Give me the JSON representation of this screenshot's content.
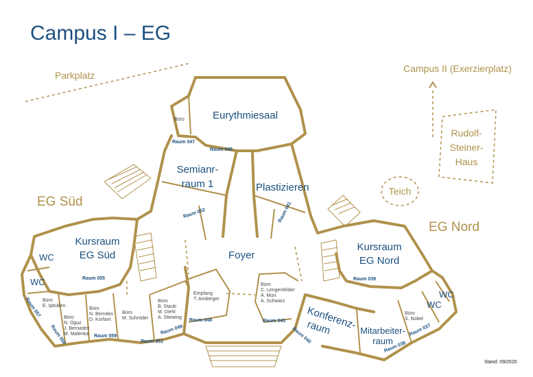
{
  "title": "Campus I – EG",
  "stand": "Stand: 09/2020",
  "outside": {
    "parkplatz": "Parkplatz",
    "campus2": "Campus II (Exerzierplatz)",
    "rudolf": [
      "Rudolf-",
      "Steiner-",
      "Haus"
    ],
    "teich": "Teich",
    "eg_sued": "EG Süd",
    "eg_nord": "EG Nord"
  },
  "rooms": {
    "eurythmiesaal": "Eurythmiesaal",
    "seminarraum": [
      "Semianr-",
      "raum 1"
    ],
    "plastizieren": "Plastizieren",
    "foyer": "Foyer",
    "kurs_sued": [
      "Kursraum",
      "EG Süd"
    ],
    "kurs_nord": [
      "Kursraum",
      "EG Nord"
    ],
    "konferenz": [
      "Konferenz-",
      "raum"
    ],
    "mitarbeiter": [
      "Mitarbeiter-",
      "raum"
    ],
    "wc": "WC"
  },
  "offices": {
    "buero_saal": [
      "Büro"
    ],
    "ipbueken": [
      "Büro",
      "E. Ipbüken"
    ],
    "oguz": [
      "Büro",
      "N. Oguz",
      "J. Bernadez",
      "M. Malenka"
    ],
    "berndes": [
      "Büro",
      "N. Berndes",
      "D. Korfant"
    ],
    "schroeder": [
      "Büro",
      "M. Schröder"
    ],
    "staub": [
      "Büro",
      "B. Staub",
      "M. Diehl",
      "A. Stiewing"
    ],
    "empfang": [
      "Empfang",
      "T. Amberger"
    ],
    "lengenfelder": [
      "Büro",
      "C. Lengenfelder",
      "A. Mun",
      "A. Schwarz"
    ],
    "nobel": [
      "Büro",
      "S. Nobel"
    ]
  },
  "room_numbers": {
    "r047": "Raum 047",
    "r045": "Raum 045",
    "r052": "Raum 052",
    "r041": "Raum 041",
    "r055": "Raum 055",
    "r057": "Raum 057",
    "r058": "Raum 058",
    "r059": "Raum 059",
    "r051": "Raum 051",
    "r049": "Raum 049",
    "r048": "Raum 048",
    "r043": "Raum 043",
    "r040": "Raum 040",
    "r039": "Raum 039",
    "r038": "Raum 038",
    "r037": "Raum 037"
  },
  "colors": {
    "wall": "#b0914b",
    "label_blue": "#1b4f7f",
    "label_gold": "#b0914b"
  }
}
